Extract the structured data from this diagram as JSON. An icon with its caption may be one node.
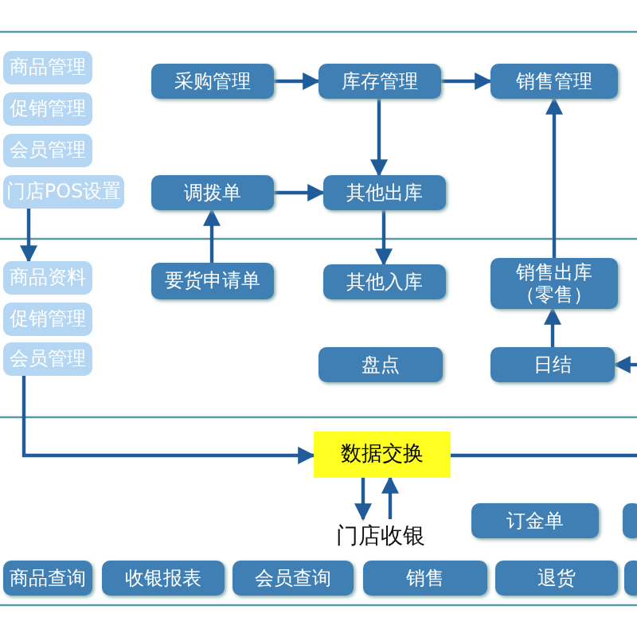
{
  "diagram": {
    "nodes": [
      {
        "text": [
          "商品管理"
        ]
      },
      {
        "text": [
          "采购管理"
        ]
      },
      {
        "text": [
          "库存管理"
        ]
      },
      {
        "text": [
          "销售管理"
        ]
      },
      {
        "text": [
          "促销管理"
        ]
      },
      {
        "text": [
          "会员管理"
        ]
      },
      {
        "text": [
          "门店POS设置"
        ]
      },
      {
        "text": [
          "调拨单"
        ]
      },
      {
        "text": [
          "其他出库"
        ]
      },
      {
        "text": [
          "商品资料"
        ]
      },
      {
        "text": [
          "要货申请单"
        ]
      },
      {
        "text": [
          "其他入库"
        ]
      },
      {
        "text": [
          "销售出库（零售）"
        ]
      },
      {
        "text": [
          "促销管理"
        ]
      },
      {
        "text": [
          "会员管理"
        ]
      },
      {
        "text": [
          "盘点"
        ]
      },
      {
        "text": [
          "日结"
        ]
      },
      {
        "text": [
          "数据交换"
        ]
      },
      {
        "text": [
          "门店收银"
        ]
      },
      {
        "text": [
          "订金单"
        ]
      },
      {
        "text": [],
        "shape": "box"
      },
      {
        "text": [
          "商品查询"
        ]
      },
      {
        "text": [
          "收银报表"
        ]
      },
      {
        "text": [
          "会员查询"
        ]
      },
      {
        "text": [
          "销售"
        ]
      },
      {
        "text": [
          "退货"
        ]
      },
      {
        "text": [],
        "shape": "box"
      }
    ],
    "edges": [
      {
        "from": 1,
        "to": 2,
        "arrow": "to"
      },
      {
        "from": 2,
        "to": 3,
        "arrow": "to"
      },
      {
        "from": 7,
        "to": 8,
        "arrow": "to"
      },
      {
        "from": 2,
        "to": 8,
        "arrow": "to"
      },
      {
        "from": 6,
        "to": 9,
        "arrow": "to"
      },
      {
        "from": 10,
        "to": 7,
        "arrow": "to"
      },
      {
        "from": 8,
        "to": 11,
        "arrow": "to"
      },
      {
        "from": 12,
        "to": 3,
        "arrow": "to"
      },
      {
        "from": 16,
        "to": 12,
        "arrow": "to"
      },
      {
        "from": null,
        "to": 16,
        "arrow": "to"
      },
      {
        "from": 14,
        "to": 17,
        "arrow": "to"
      },
      {
        "from": 17,
        "to": null,
        "arrow": "none"
      },
      {
        "from": 17,
        "to": 18,
        "arrow": "to"
      },
      {
        "from": 18,
        "to": 17,
        "arrow": "to"
      }
    ]
  }
}
